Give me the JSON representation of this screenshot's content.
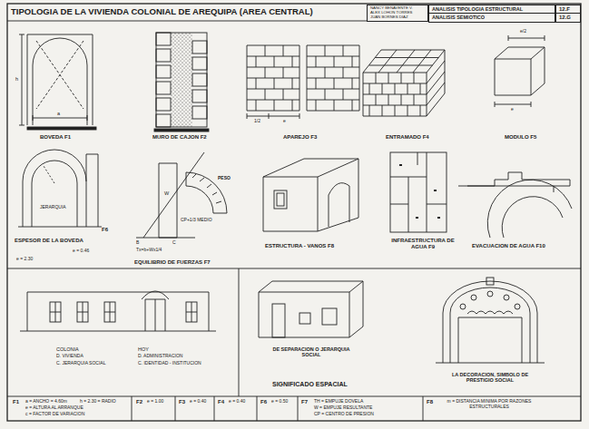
{
  "diagram": {
    "title": "TIPOLOGIA DE LA VIVIENDA COLONIAL DE AREQUIPA (AREA CENTRAL)",
    "nodes": [
      {
        "text": [
          "NANCY BENAVENTE V. ALEX LOHON TORRES JUAN BORNES DIAZ"
        ]
      },
      {
        "text": [
          "ANALISIS TIPOLOGIA ESTRUCTURAL"
        ]
      },
      {
        "text": [
          "12.F"
        ]
      },
      {
        "text": [
          "ANALISIS SEMIOTICO"
        ]
      },
      {
        "text": [
          "12.G"
        ]
      }
    ],
    "labels": [
      "BOVEDA F1",
      "MURO DE CAJON F2",
      "APAREJO F3",
      "ENTRAMADO F4",
      "MODULO F5",
      "h",
      "a",
      "1/2",
      "e",
      "e/2",
      "e",
      "JERARQUIA",
      "F6",
      "ESPESOR DE LA BOVEDA",
      "e = 0.46",
      "e = 2.30",
      "PESO",
      "CP+1/3 MEDIO",
      "W",
      "B",
      "C",
      "Tx=b+Wx1/4",
      "EQUILIBRIO DE FUERZAS F7",
      "ESTRUCTURA - VANOS F8",
      "INFRAESTRUCTURA DE AGUA F9",
      "EVACUACION DE AGUA F10",
      "COLONIA",
      "HOY",
      "D. VIVIENDA",
      "D. ADMINISTRACION",
      "C. JERARQUIA SOCIAL",
      "C. IDENTIDAD - INSTITUCION",
      "DE SEPARACION O JERARQUIA SOCIAL",
      "SIGNIFICADO ESPACIAL",
      "LA DECORACION, SIMBOLO DE PRESTIGIO SOCIAL",
      "F1",
      "a = ANCHO = 4.60m",
      "h = 2.30 = RADIO",
      "e = ALTURA AL ARRANQUE",
      "c = FACTOR DE VARIACION",
      "F2",
      "e = 1.00",
      "F3",
      "e = 0.40",
      "F4",
      "e = 0.40",
      "F6",
      "e = 0.50",
      "F7",
      "TH = EMPUJE DOVELA",
      "W = EMPUJE RESULTANTE",
      "CP = CENTRO DE PRESION",
      "F8",
      "m = DISTANCIA MINIMA POR RAZONES ESTRUCTURALES"
    ]
  }
}
